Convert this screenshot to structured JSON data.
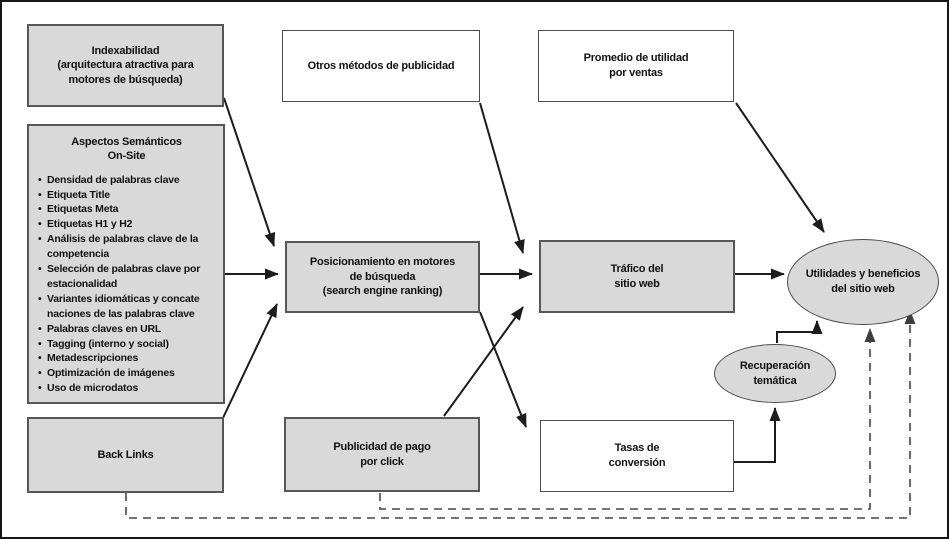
{
  "diagram_title": "SEO traffic and benefits flow diagram",
  "nodes": {
    "indexability": {
      "label": "Indexabilidad\n(arquitectura atractiva para\nmotores de búsqueda)"
    },
    "semantic": {
      "title": "Aspectos Semánticos\nOn-Site",
      "items": [
        "Densidad de palabras clave",
        "Etiqueta Title",
        "Etiquetas Meta",
        "Etiquetas H1 y H2",
        "Análisis de palabras clave de la\ncompetencia",
        "Selección de palabras clave por\nestacionalidad",
        "Variantes idiomáticas y concate\nnaciones de las palabras clave",
        "Palabras claves en URL",
        "Tagging (interno y social)",
        "Metadescripciones",
        "Optimización de imágenes",
        "Uso de microdatos"
      ]
    },
    "backlinks": {
      "label": "Back Links"
    },
    "other_advertising": {
      "label": "Otros métodos de publicidad"
    },
    "ranking": {
      "label": "Posicionamiento en motores\nde búsqueda\n(search engine ranking)"
    },
    "ppc": {
      "label": "Publicidad de pago\npor click"
    },
    "avg_profit": {
      "label": "Promedio de utilidad\npor ventas"
    },
    "traffic": {
      "label": "Tráfico del\nsitio web"
    },
    "conversion": {
      "label": "Tasas de\nconversión"
    },
    "thematic_recovery": {
      "label": "Recuperación\ntemática"
    },
    "site_benefits": {
      "label": "Utilidades y beneficios\ndel sitio web"
    }
  },
  "connections": [
    {
      "from": "indexability",
      "to": "ranking",
      "style": "solid"
    },
    {
      "from": "semantic",
      "to": "ranking",
      "style": "solid"
    },
    {
      "from": "backlinks",
      "to": "ranking",
      "style": "solid"
    },
    {
      "from": "other_advertising",
      "to": "traffic",
      "style": "solid"
    },
    {
      "from": "ranking",
      "to": "traffic",
      "style": "solid"
    },
    {
      "from": "ranking",
      "to": "conversion",
      "style": "solid"
    },
    {
      "from": "ppc",
      "to": "traffic",
      "style": "solid"
    },
    {
      "from": "traffic",
      "to": "site_benefits",
      "style": "solid"
    },
    {
      "from": "avg_profit",
      "to": "site_benefits",
      "style": "solid"
    },
    {
      "from": "conversion",
      "to": "thematic_recovery",
      "style": "solid"
    },
    {
      "from": "thematic_recovery",
      "to": "site_benefits",
      "style": "solid"
    },
    {
      "from": "ppc",
      "to": "site_benefits",
      "style": "dashed"
    },
    {
      "from": "backlinks",
      "to": "site_benefits",
      "style": "dashed"
    }
  ],
  "colors": {
    "node_fill": "#d9d9d9",
    "node_border": "#57575a",
    "white_fill": "#ffffff",
    "arrow": "#1c1c1c",
    "dashed_line": "#474747",
    "background": "#ffffff"
  }
}
